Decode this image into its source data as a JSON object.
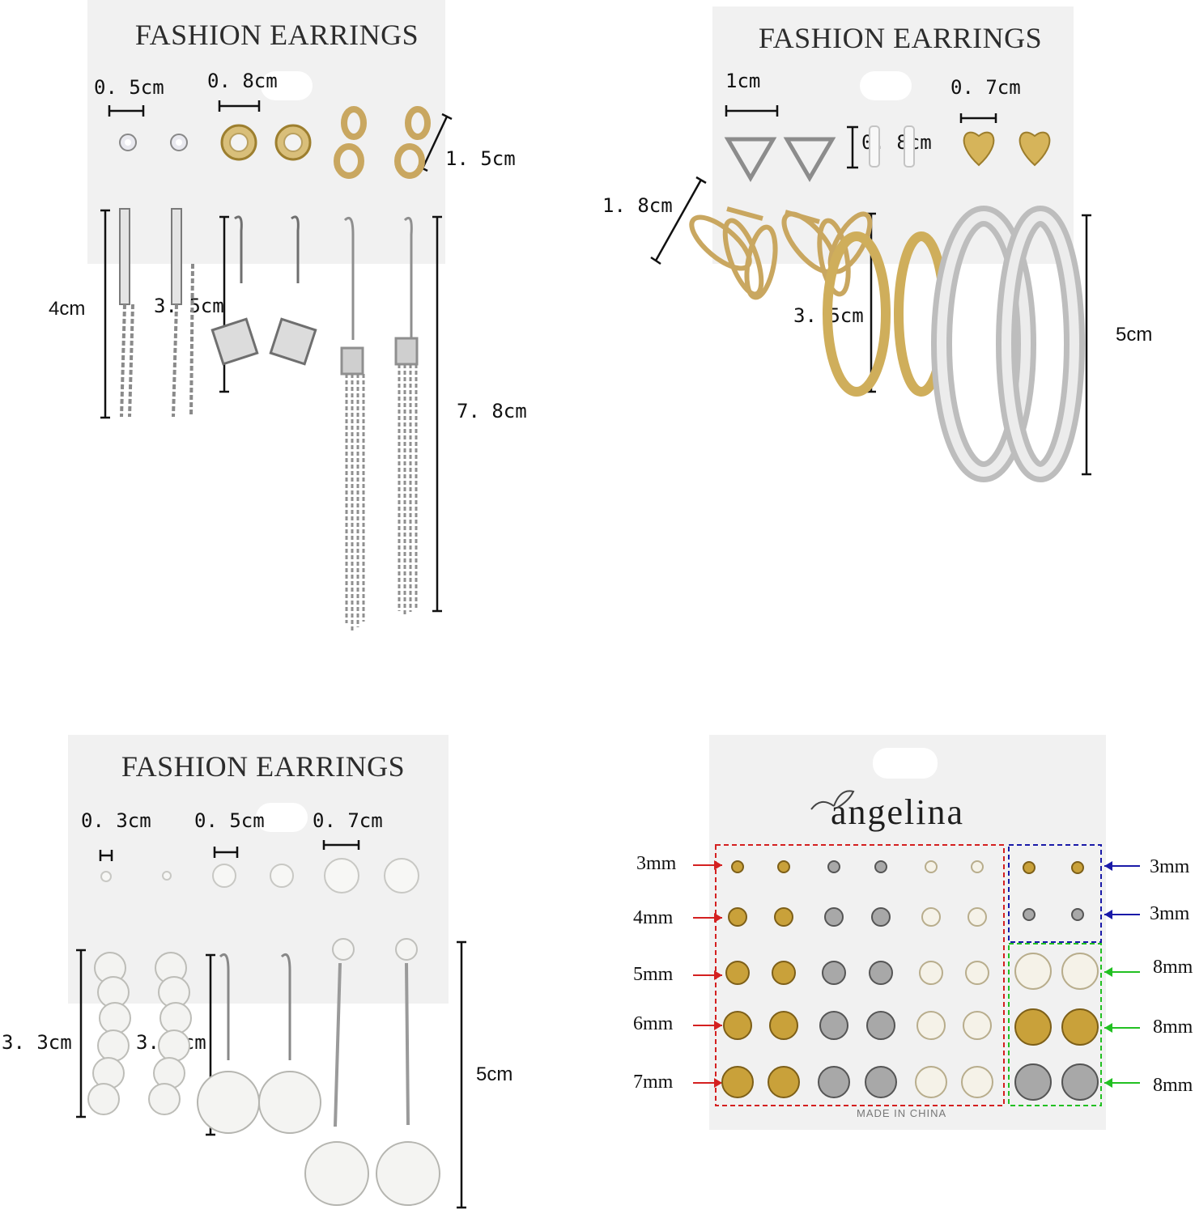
{
  "panels": {
    "top_left": {
      "title": "FASHION EARRINGS",
      "sizes": {
        "stud1": "0. 5cm",
        "stud2": "0. 8cm",
        "stud3": "1. 5cm",
        "bar": "4cm",
        "cube": "3. 5cm",
        "tassel": "7. 8cm"
      }
    },
    "top_right": {
      "title": "FASHION EARRINGS",
      "sizes": {
        "triangle": "1cm",
        "bar": "0. 8cm",
        "heart": "0. 7cm",
        "lotus": "1. 8cm",
        "gold_hoop": "3. 5cm",
        "silver_hoop": "5cm"
      }
    },
    "bottom_left": {
      "title": "FASHION EARRINGS",
      "sizes": {
        "pearl1": "0. 3cm",
        "pearl2": "0. 5cm",
        "pearl3": "0. 7cm",
        "pearl_hoop": "3. 3cm",
        "pearl_drop": "3. 5cm",
        "pearl_long": "5cm"
      }
    },
    "bottom_right": {
      "brand": "angelina",
      "footer": "MADE IN CHINA",
      "left_sizes": [
        "3mm",
        "4mm",
        "5mm",
        "6mm",
        "7mm"
      ],
      "right_sizes": [
        "3mm",
        "3mm",
        "8mm",
        "8mm",
        "8mm"
      ],
      "colors": {
        "red": "#d42020",
        "blue": "#1a1aa8",
        "green": "#22c022",
        "gold": "#c9a13a",
        "silver": "#a8a8a8"
      }
    }
  }
}
